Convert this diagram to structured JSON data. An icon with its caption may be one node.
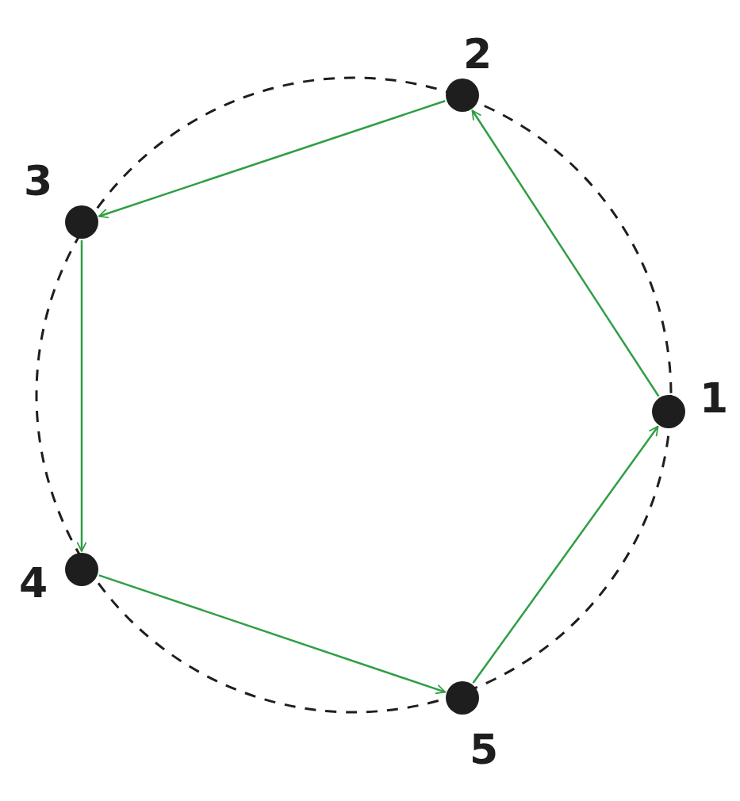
{
  "diagram": {
    "nodes": [
      {
        "text": [],
        "shape": "circle",
        "beside": [
          "1"
        ]
      },
      {
        "text": [],
        "shape": "circle",
        "beside": [
          "2"
        ]
      },
      {
        "text": [],
        "shape": "circle",
        "beside": [
          "3"
        ]
      },
      {
        "text": [],
        "shape": "circle",
        "beside": [
          "4"
        ]
      },
      {
        "text": [],
        "shape": "circle",
        "beside": [
          "5"
        ]
      }
    ],
    "edges": [
      {
        "from": 0,
        "to": 1,
        "arrow": "to"
      },
      {
        "from": 1,
        "to": 2,
        "arrow": "to"
      },
      {
        "from": 2,
        "to": 3,
        "arrow": "to"
      },
      {
        "from": 3,
        "to": 4,
        "arrow": "to"
      },
      {
        "from": 4,
        "to": 0,
        "arrow": "to"
      }
    ]
  }
}
